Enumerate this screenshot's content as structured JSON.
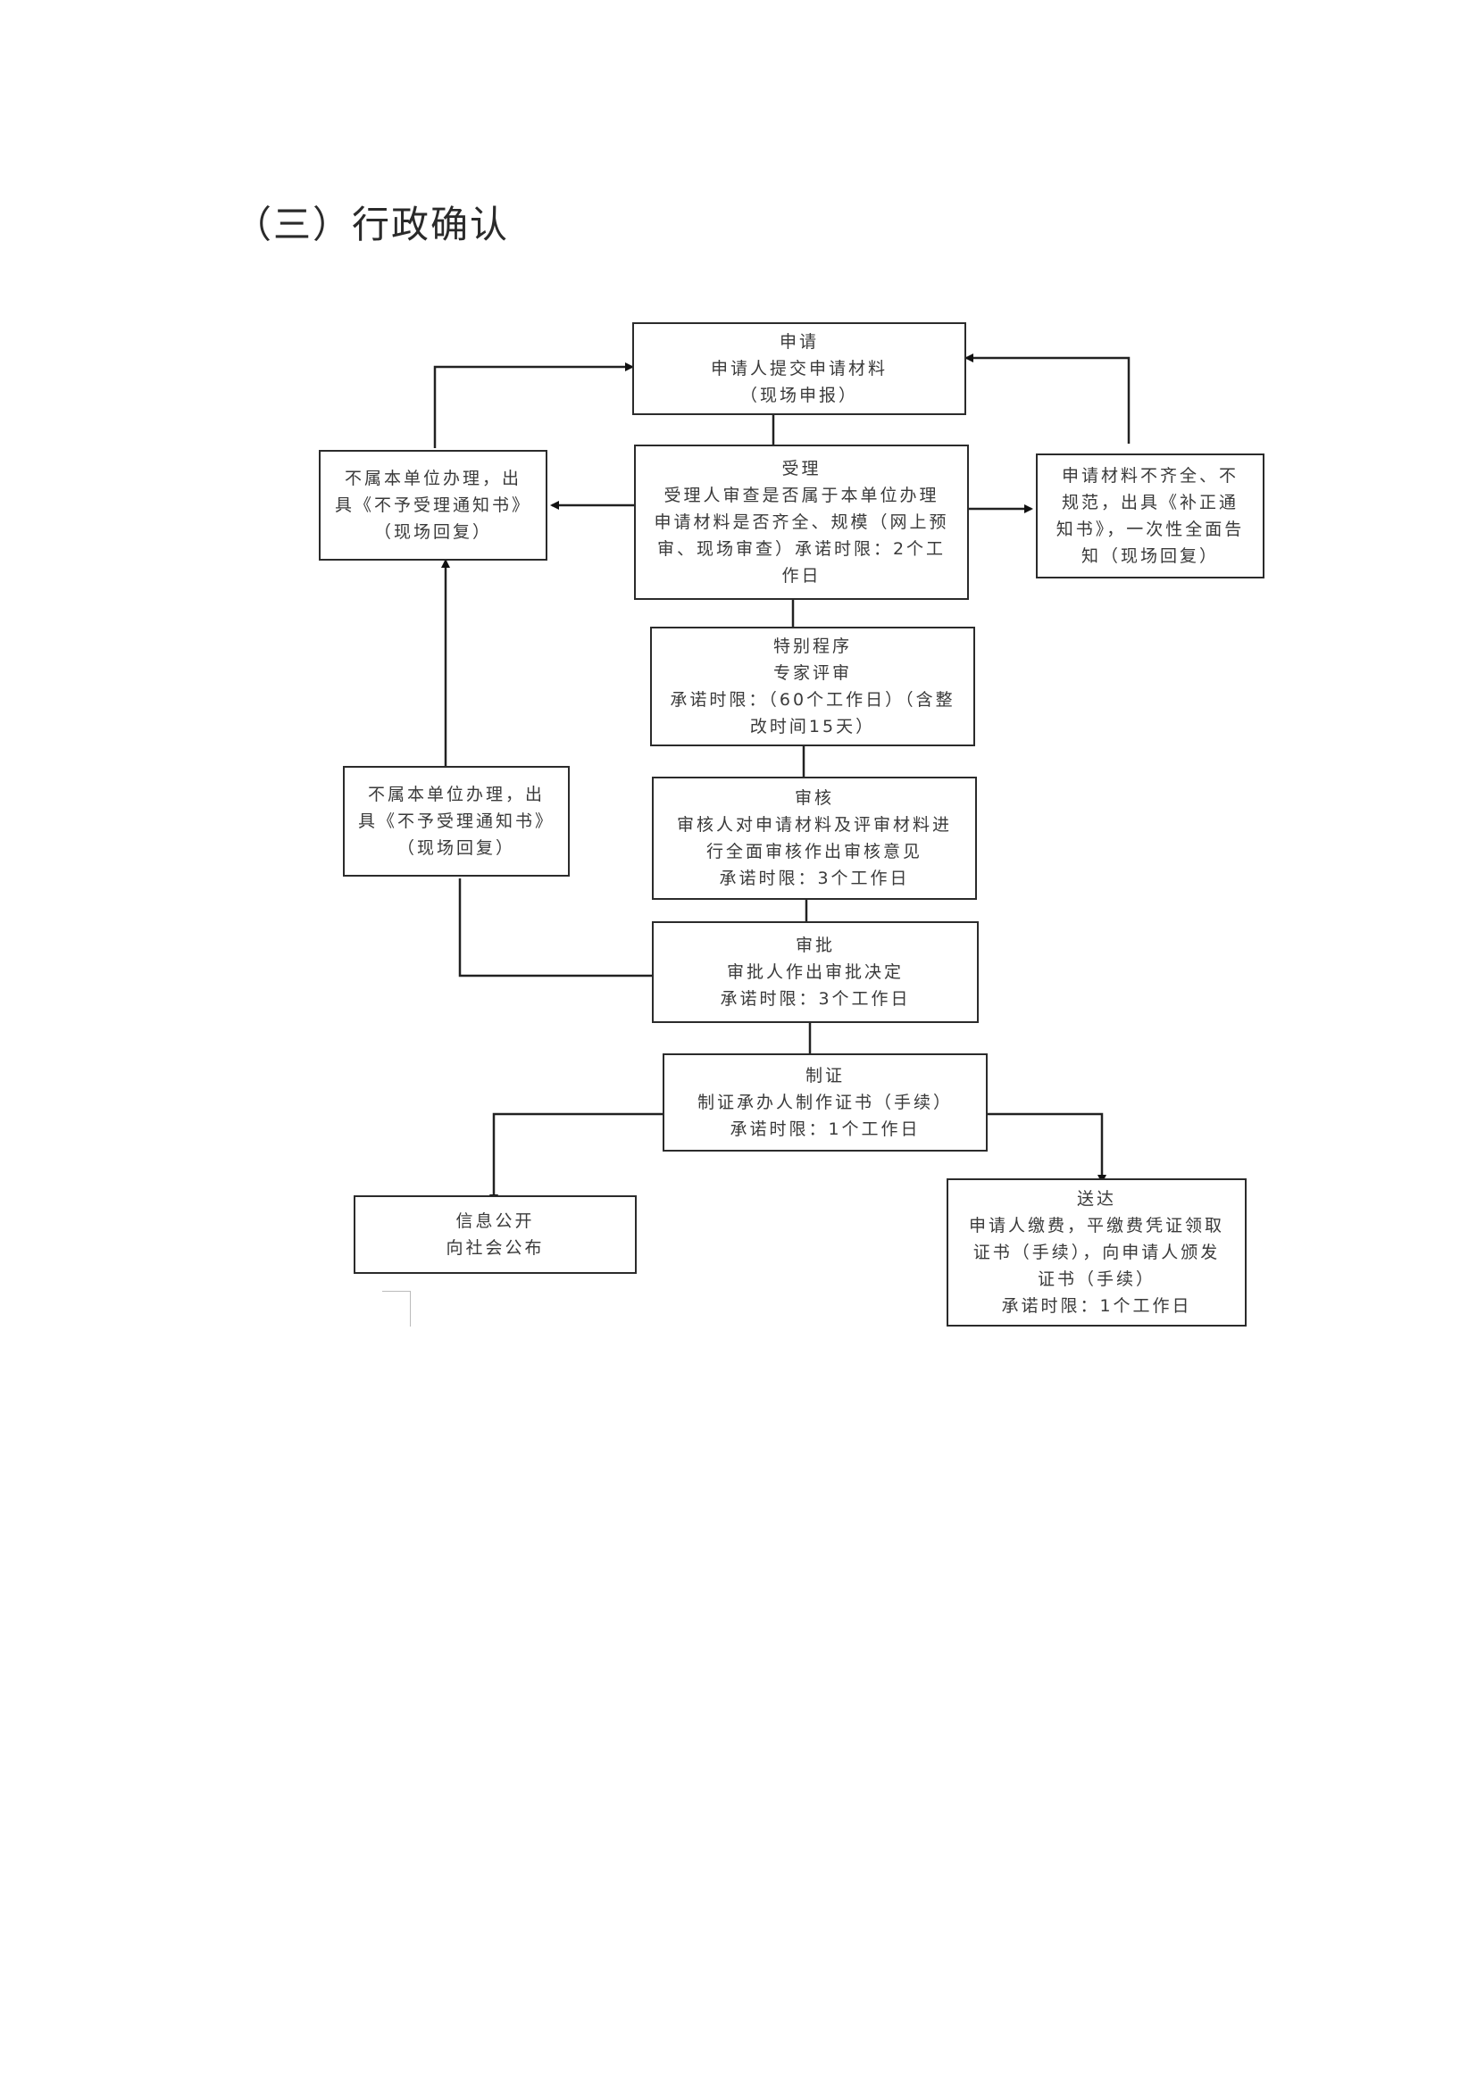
{
  "page": {
    "heading": "（三）行政确认"
  },
  "flowchart": {
    "apply": {
      "title": "申请",
      "lines": [
        "申请人提交申请材料",
        "（现场申报）"
      ]
    },
    "accept": {
      "title": "受理",
      "lines": [
        "受理人审查是否属于本单位办理",
        "申请材料是否齐全、规模（网上预",
        "审、现场审查）承诺时限：2个工",
        "作日"
      ]
    },
    "reject_top": {
      "lines": [
        "不属本单位办理，出",
        "具《不予受理通知书》",
        "（现场回复）"
      ]
    },
    "supplement": {
      "lines": [
        "申请材料不齐全、不",
        "规范，出具《补正通",
        "知书》，一次性全面告",
        "知（现场回复）"
      ]
    },
    "special": {
      "title": "特别程序",
      "lines": [
        "专家评审",
        "承诺时限：（60个工作日）（含整",
        "改时间15天）"
      ]
    },
    "reject_bottom": {
      "lines": [
        "不属本单位办理，出",
        "具《不予受理通知书》",
        "（现场回复）"
      ]
    },
    "review": {
      "title": "审核",
      "lines": [
        "审核人对申请材料及评审材料进",
        "行全面审核作出审核意见",
        "承诺时限：3个工作日"
      ]
    },
    "approve": {
      "title": "审批",
      "lines": [
        "审批人作出审批决定",
        "承诺时限：3个工作日"
      ]
    },
    "certify": {
      "title": "制证",
      "lines": [
        "制证承办人制作证书（手续）",
        "承诺时限：1个工作日"
      ]
    },
    "publish": {
      "title": "信息公开",
      "lines": [
        "向社会公布"
      ]
    },
    "deliver": {
      "title": "送达",
      "lines": [
        "申请人缴费，平缴费凭证领取",
        "证书（手续），向申请人颁发",
        "证书（手续）",
        "承诺时限：1个工作日"
      ]
    }
  }
}
